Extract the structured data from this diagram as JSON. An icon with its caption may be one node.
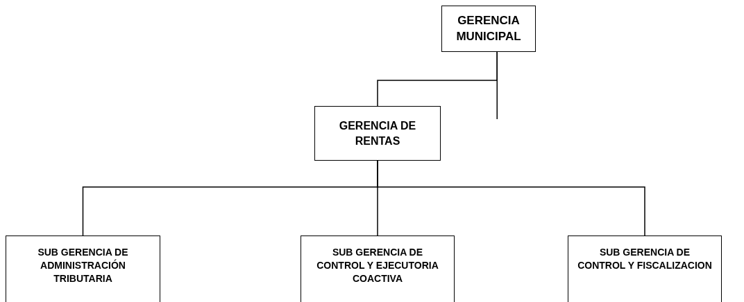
{
  "diagram": {
    "nodes": [
      {
        "text": [
          "GERENCIA MUNICIPAL"
        ]
      },
      {
        "text": [
          "GERENCIA DE RENTAS"
        ]
      },
      {
        "text": [
          "SUB GERENCIA DE ADMINISTRACIÓN TRIBUTARIA"
        ]
      },
      {
        "text": [
          "SUB GERENCIA DE CONTROL Y EJECUTORIA COACTIVA"
        ]
      },
      {
        "text": [
          "SUB GERENCIA DE CONTROL Y FISCALIZACION"
        ]
      }
    ],
    "edges": [
      {
        "from": 0,
        "to": 1,
        "arrow": "none"
      },
      {
        "from": 0,
        "to": null,
        "arrow": "none"
      },
      {
        "from": 1,
        "to": 2,
        "arrow": "none"
      },
      {
        "from": 1,
        "to": 3,
        "arrow": "none"
      },
      {
        "from": 1,
        "to": 4,
        "arrow": "none"
      }
    ]
  }
}
